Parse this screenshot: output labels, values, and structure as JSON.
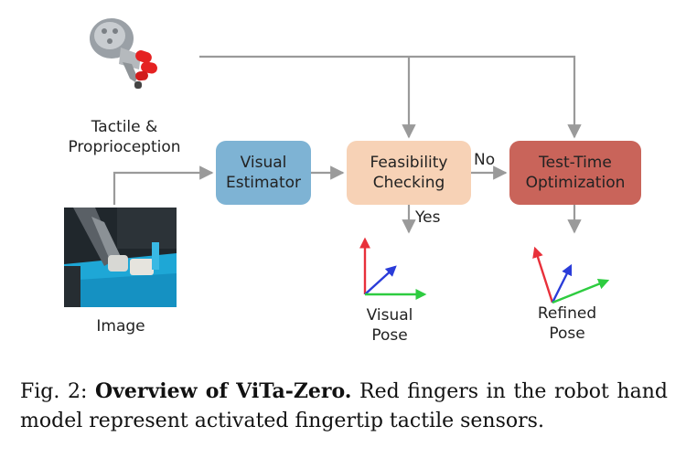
{
  "inputs": {
    "tactile_line1": "Tactile &",
    "tactile_line2": "Proprioception",
    "image_label": "Image"
  },
  "modules": {
    "visual_estimator": [
      "Visual",
      "Estimator"
    ],
    "feasibility_checking": [
      "Feasibility",
      "Checking"
    ],
    "test_time_optimization": [
      "Test-Time",
      "Optimization"
    ]
  },
  "edges": {
    "no": "No",
    "yes": "Yes"
  },
  "outputs": {
    "visual_pose": [
      "Visual",
      "Pose"
    ],
    "refined_pose": [
      "Refined",
      "Pose"
    ]
  },
  "caption": {
    "prefix": "Fig. 2:",
    "bold": "Overview of ViTa-Zero.",
    "text": "Red fingers in the robot hand model represent activated fingertip tactile sensors."
  },
  "colors": {
    "visual_estimator": "#7eb3d4",
    "feasibility_checking": "#f7d2b6",
    "test_time_optimization": "#c9645a",
    "arrow": "#9a9a9a",
    "axis_x": "#2ecc40",
    "axis_y": "#e8303a",
    "axis_z": "#2a3cd9"
  },
  "icons": {
    "hand": "robot-hand-icon",
    "photo": "robot-camera-image"
  }
}
